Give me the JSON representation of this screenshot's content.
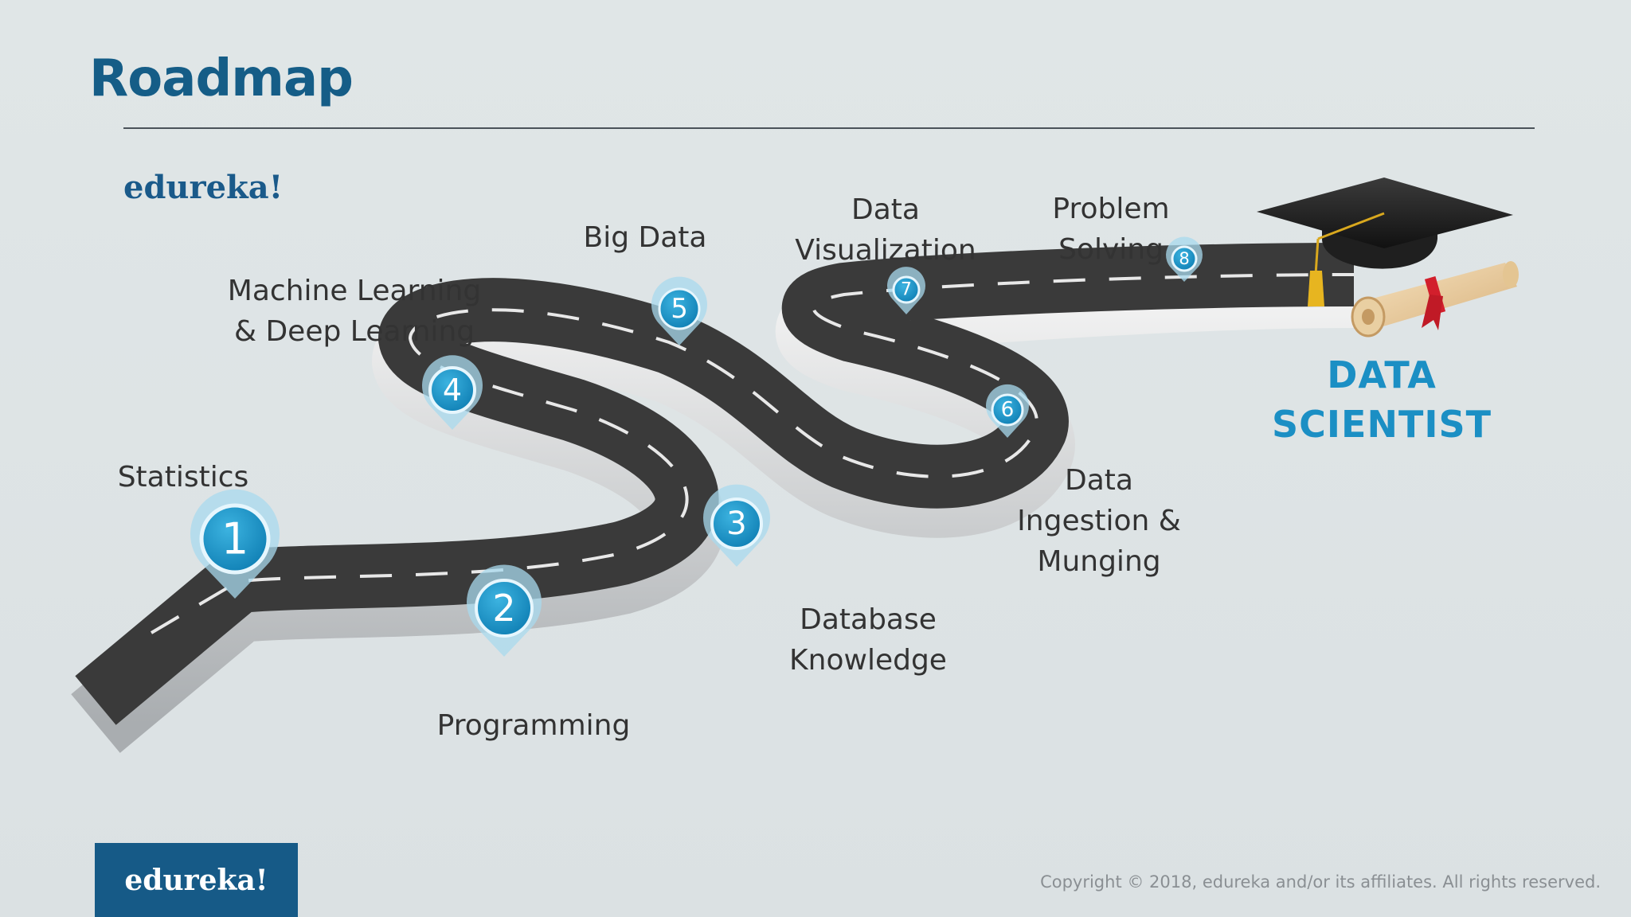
{
  "slide": {
    "title": "Roadmap",
    "brand_top": "edureka!",
    "brand_footer": "edureka!",
    "copyright": "Copyright © 2018, edureka and/or its affiliates. All rights reserved."
  },
  "steps": [
    {
      "number": "1",
      "lines": [
        "Statistics"
      ]
    },
    {
      "number": "2",
      "lines": [
        "Programming"
      ]
    },
    {
      "number": "3",
      "lines": [
        "Database",
        "Knowledge"
      ]
    },
    {
      "number": "4",
      "lines": [
        "Machine Learning",
        "& Deep Learning"
      ]
    },
    {
      "number": "5",
      "lines": [
        "Big Data"
      ]
    },
    {
      "number": "6",
      "lines": [
        "Data",
        "Ingestion &",
        "Munging"
      ]
    },
    {
      "number": "7",
      "lines": [
        "Data",
        "Visualization"
      ]
    },
    {
      "number": "8",
      "lines": [
        "Problem",
        "Solving"
      ]
    }
  ],
  "goal": {
    "lines": [
      "DATA",
      "SCIENTIST"
    ]
  },
  "colors": {
    "title": "#155d87",
    "pin": "#1b8fc4",
    "road": "#3c3c3c",
    "goal": "#1b8fc4"
  },
  "icons": [
    "graduation-cap-icon",
    "diploma-scroll-icon"
  ]
}
